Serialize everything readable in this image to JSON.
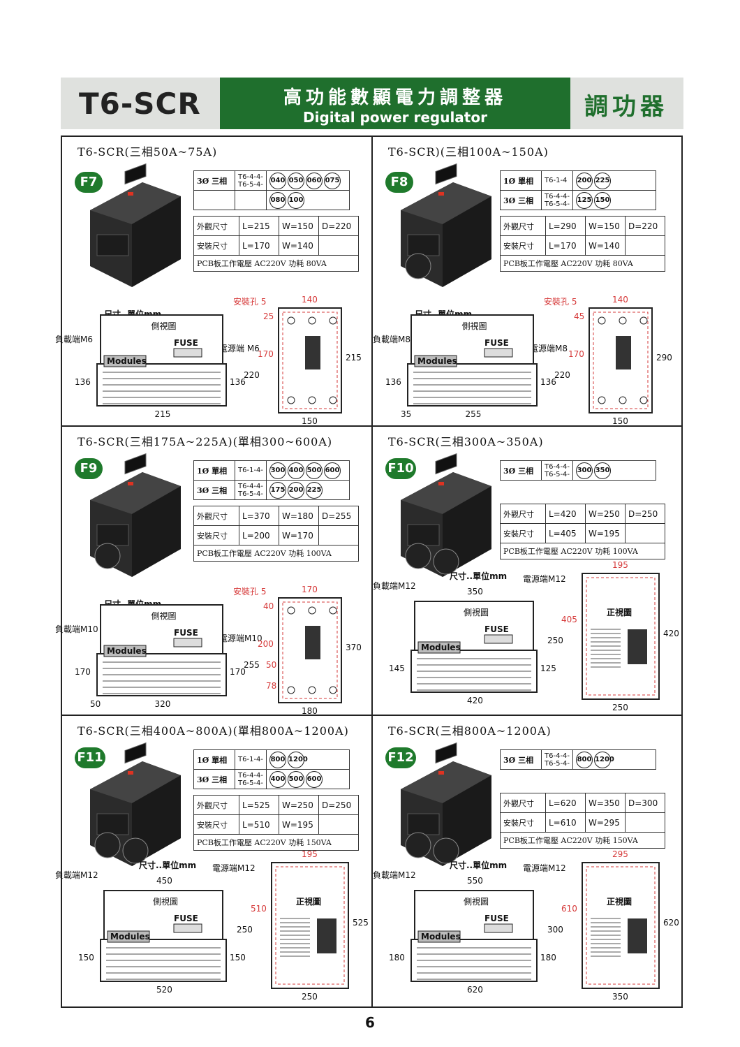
{
  "header": {
    "model": "T6-SCR",
    "title_zh": "高功能數顯電力調整器",
    "title_en": "Digital power regulator",
    "category_zh": "調功器"
  },
  "labels": {
    "outer_dim": "外觀尺寸",
    "mount_dim": "安裝尺寸",
    "unit": "尺寸..單位mm",
    "side_view": "側視圖",
    "front_view": "正視圖",
    "fuse": "FUSE",
    "modules": "Modules",
    "phase1": "1Ø 單相",
    "phase3": "3Ø 三相"
  },
  "panels": [
    {
      "badge": "F7",
      "title": "T6-SCR(三相50A~75A)",
      "rows": [
        {
          "phase": "3Ø 三相",
          "model": "T6-4-4-\nT6-5-4-",
          "ratings": [
            "040",
            "050",
            "060",
            "075"
          ]
        },
        {
          "phase": "",
          "model": "",
          "ratings": [
            "080",
            "100"
          ]
        }
      ],
      "outer": [
        "L=215",
        "W=150",
        "D=220"
      ],
      "mount": [
        "L=170",
        "W=140"
      ],
      "pcb": "PCB板工作電壓 AC220V 功耗 80VA",
      "load_term": "負載端M6",
      "power_term": "電源端 M6",
      "hole": "安裝孔 5",
      "dims": {
        "side_w": "215",
        "side_h": "136",
        "side_h2": "136",
        "top_w": "140",
        "h_a": "25",
        "h_b": "170",
        "h_c": "220",
        "h_d": "215",
        "bottom_w": "150"
      }
    },
    {
      "badge": "F8",
      "title": "T6-SCR)(三相100A~150A)",
      "rows": [
        {
          "phase": "1Ø 單相",
          "model": "T6-1-4",
          "ratings": [
            "200",
            "225"
          ]
        },
        {
          "phase": "3Ø 三相",
          "model": "T6-4-4-\nT6-5-4-",
          "ratings": [
            "125",
            "150"
          ]
        }
      ],
      "outer": [
        "L=290",
        "W=150",
        "D=220"
      ],
      "mount": [
        "L=170",
        "W=140"
      ],
      "pcb": "PCB板工作電壓 AC220V 功耗 80VA",
      "load_term": "負載端M8",
      "power_term": "電源端M8",
      "hole": "安裝孔 5",
      "dims": {
        "side_w": "255",
        "side_w2": "35",
        "side_h": "136",
        "side_h2": "136",
        "top_w": "140",
        "h_a": "45",
        "h_b": "170",
        "h_c": "220",
        "h_d": "290",
        "bottom_w": "150"
      }
    },
    {
      "badge": "F9",
      "title": "T6-SCR(三相175A~225A)(單相300~600A)",
      "rows": [
        {
          "phase": "1Ø 單相",
          "model": "T6-1-4-",
          "ratings": [
            "300",
            "400",
            "500",
            "600"
          ]
        },
        {
          "phase": "3Ø 三相",
          "model": "T6-4-4-\nT6-5-4-",
          "ratings": [
            "175",
            "200",
            "225"
          ]
        }
      ],
      "outer": [
        "L=370",
        "W=180",
        "D=255"
      ],
      "mount": [
        "L=200",
        "W=170"
      ],
      "pcb": "PCB板工作電壓 AC220V 功耗 100VA",
      "load_term": "負載端M10",
      "power_term": "電源端M10",
      "hole": "安裝孔 5",
      "dims": {
        "side_w": "320",
        "side_w2": "50",
        "side_h": "170",
        "side_h2": "170",
        "top_w": "170",
        "h_a": "40",
        "h_b": "200",
        "h_c": "255",
        "h_d": "370",
        "h_e": "50",
        "h_f": "78",
        "bottom_w": "180"
      }
    },
    {
      "badge": "F10",
      "title": "T6-SCR(三相300A~350A)",
      "rows": [
        {
          "phase": "3Ø 三相",
          "model": "T6-4-4-\nT6-5-4-",
          "ratings": [
            "300",
            "350"
          ]
        }
      ],
      "outer": [
        "L=420",
        "W=250",
        "D=250"
      ],
      "mount": [
        "L=405",
        "W=195"
      ],
      "pcb": "PCB板工作電壓 AC220V 功耗 100VA",
      "load_term": "負載端M12",
      "power_term": "電源端M12",
      "dims": {
        "side_top": "350",
        "side_w": "420",
        "side_h": "145",
        "side_h2": "125",
        "top_w": "195",
        "h_b": "405",
        "h_c": "250",
        "h_d": "420",
        "bottom_w": "250"
      }
    },
    {
      "badge": "F11",
      "title": "T6-SCR(三相400A~800A)(單相800A~1200A)",
      "rows": [
        {
          "phase": "1Ø 單相",
          "model": "T6-1-4-",
          "ratings": [
            "800",
            "1200"
          ]
        },
        {
          "phase": "3Ø 三相",
          "model": "T6-4-4-\nT6-5-4-",
          "ratings": [
            "400",
            "500",
            "600"
          ]
        }
      ],
      "outer": [
        "L=525",
        "W=250",
        "D=250"
      ],
      "mount": [
        "L=510",
        "W=195"
      ],
      "pcb": "PCB板工作電壓 AC220V 功耗 150VA",
      "load_term": "負載端M12",
      "power_term": "電源端M12",
      "dims": {
        "side_top": "450",
        "side_w": "520",
        "side_h": "150",
        "side_h2": "150",
        "top_w": "195",
        "h_b": "510",
        "h_c": "250",
        "h_d": "525",
        "bottom_w": "250"
      }
    },
    {
      "badge": "F12",
      "title": "T6-SCR(三相800A~1200A)",
      "rows": [
        {
          "phase": "3Ø 三相",
          "model": "T6-4-4-\nT6-5-4-",
          "ratings": [
            "800",
            "1200"
          ]
        }
      ],
      "outer": [
        "L=620",
        "W=350",
        "D=300"
      ],
      "mount": [
        "L=610",
        "W=295"
      ],
      "pcb": "PCB板工作電壓 AC220V 功耗 150VA",
      "load_term": "負載端M12",
      "power_term": "電源端M12",
      "dims": {
        "side_top": "550",
        "side_w": "620",
        "side_h": "180",
        "side_h2": "180",
        "top_w": "295",
        "h_b": "610",
        "h_c": "300",
        "h_d": "620",
        "bottom_w": "350"
      }
    }
  ],
  "page_number": "6"
}
